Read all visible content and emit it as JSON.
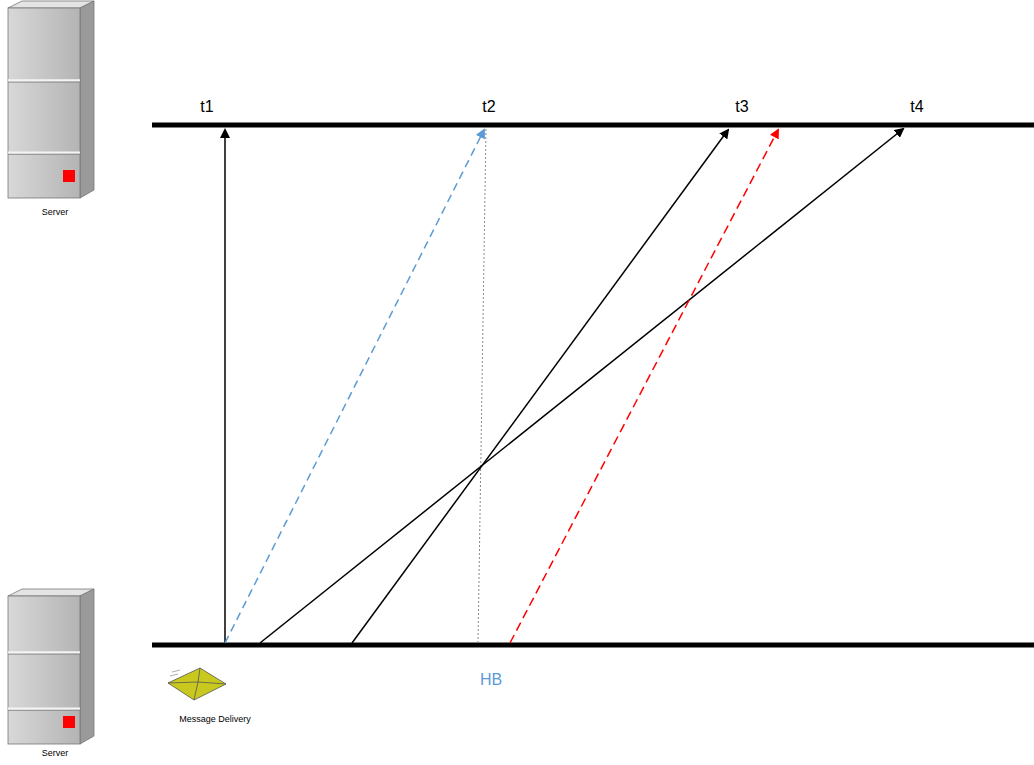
{
  "diagram": {
    "nodes": [
      {
        "text": [
          "Server"
        ]
      },
      {
        "text": [
          "Server"
        ]
      }
    ],
    "labels": [
      "t1",
      "t2",
      "t3",
      "t4",
      "HB",
      "Message Delivery"
    ]
  }
}
